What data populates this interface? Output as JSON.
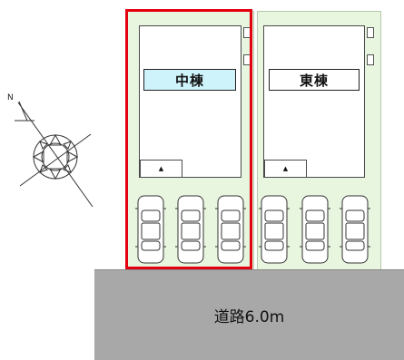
{
  "buildings": {
    "middle": {
      "label": "中棟",
      "highlighted": true
    },
    "east": {
      "label": "東棟",
      "highlighted": false
    }
  },
  "entrance_symbol": "▲",
  "road": {
    "label": "道路6.0m"
  },
  "compass": {
    "north_label": "N"
  },
  "parking": {
    "spaces_per_lot": 3
  },
  "colors": {
    "lot_fill": "#e8f5df",
    "highlight_border": "#e3000f",
    "middle_label_fill": "#cff3fb",
    "road_fill": "#a8a8a8"
  }
}
